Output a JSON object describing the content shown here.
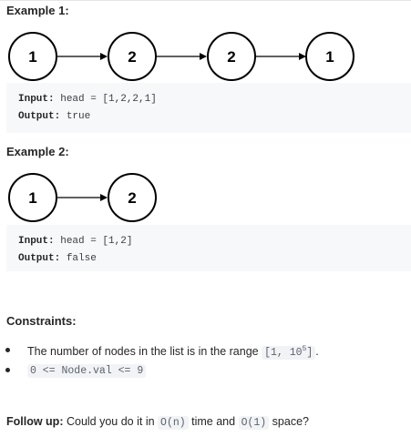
{
  "example1": {
    "title": "Example 1:",
    "nodes": [
      "1",
      "2",
      "2",
      "1"
    ],
    "input_label": "Input:",
    "input_value": "head = [1,2,2,1]",
    "output_label": "Output:",
    "output_value": "true"
  },
  "example2": {
    "title": "Example 2:",
    "nodes": [
      "1",
      "2"
    ],
    "input_label": "Input:",
    "input_value": "head = [1,2]",
    "output_label": "Output:",
    "output_value": "false"
  },
  "constraints": {
    "title": "Constraints:",
    "item1_text": "The number of nodes in the list is in the range",
    "item1_code_prefix": "[1, 10",
    "item1_code_exp": "5",
    "item1_code_suffix": "]",
    "item1_end": ".",
    "item2_code": "0 <= Node.val <= 9"
  },
  "follow_up": {
    "label": "Follow up:",
    "text1": "Could you do it in",
    "code1": "O(n)",
    "text2": "time and",
    "code2": "O(1)",
    "text3": "space?"
  }
}
